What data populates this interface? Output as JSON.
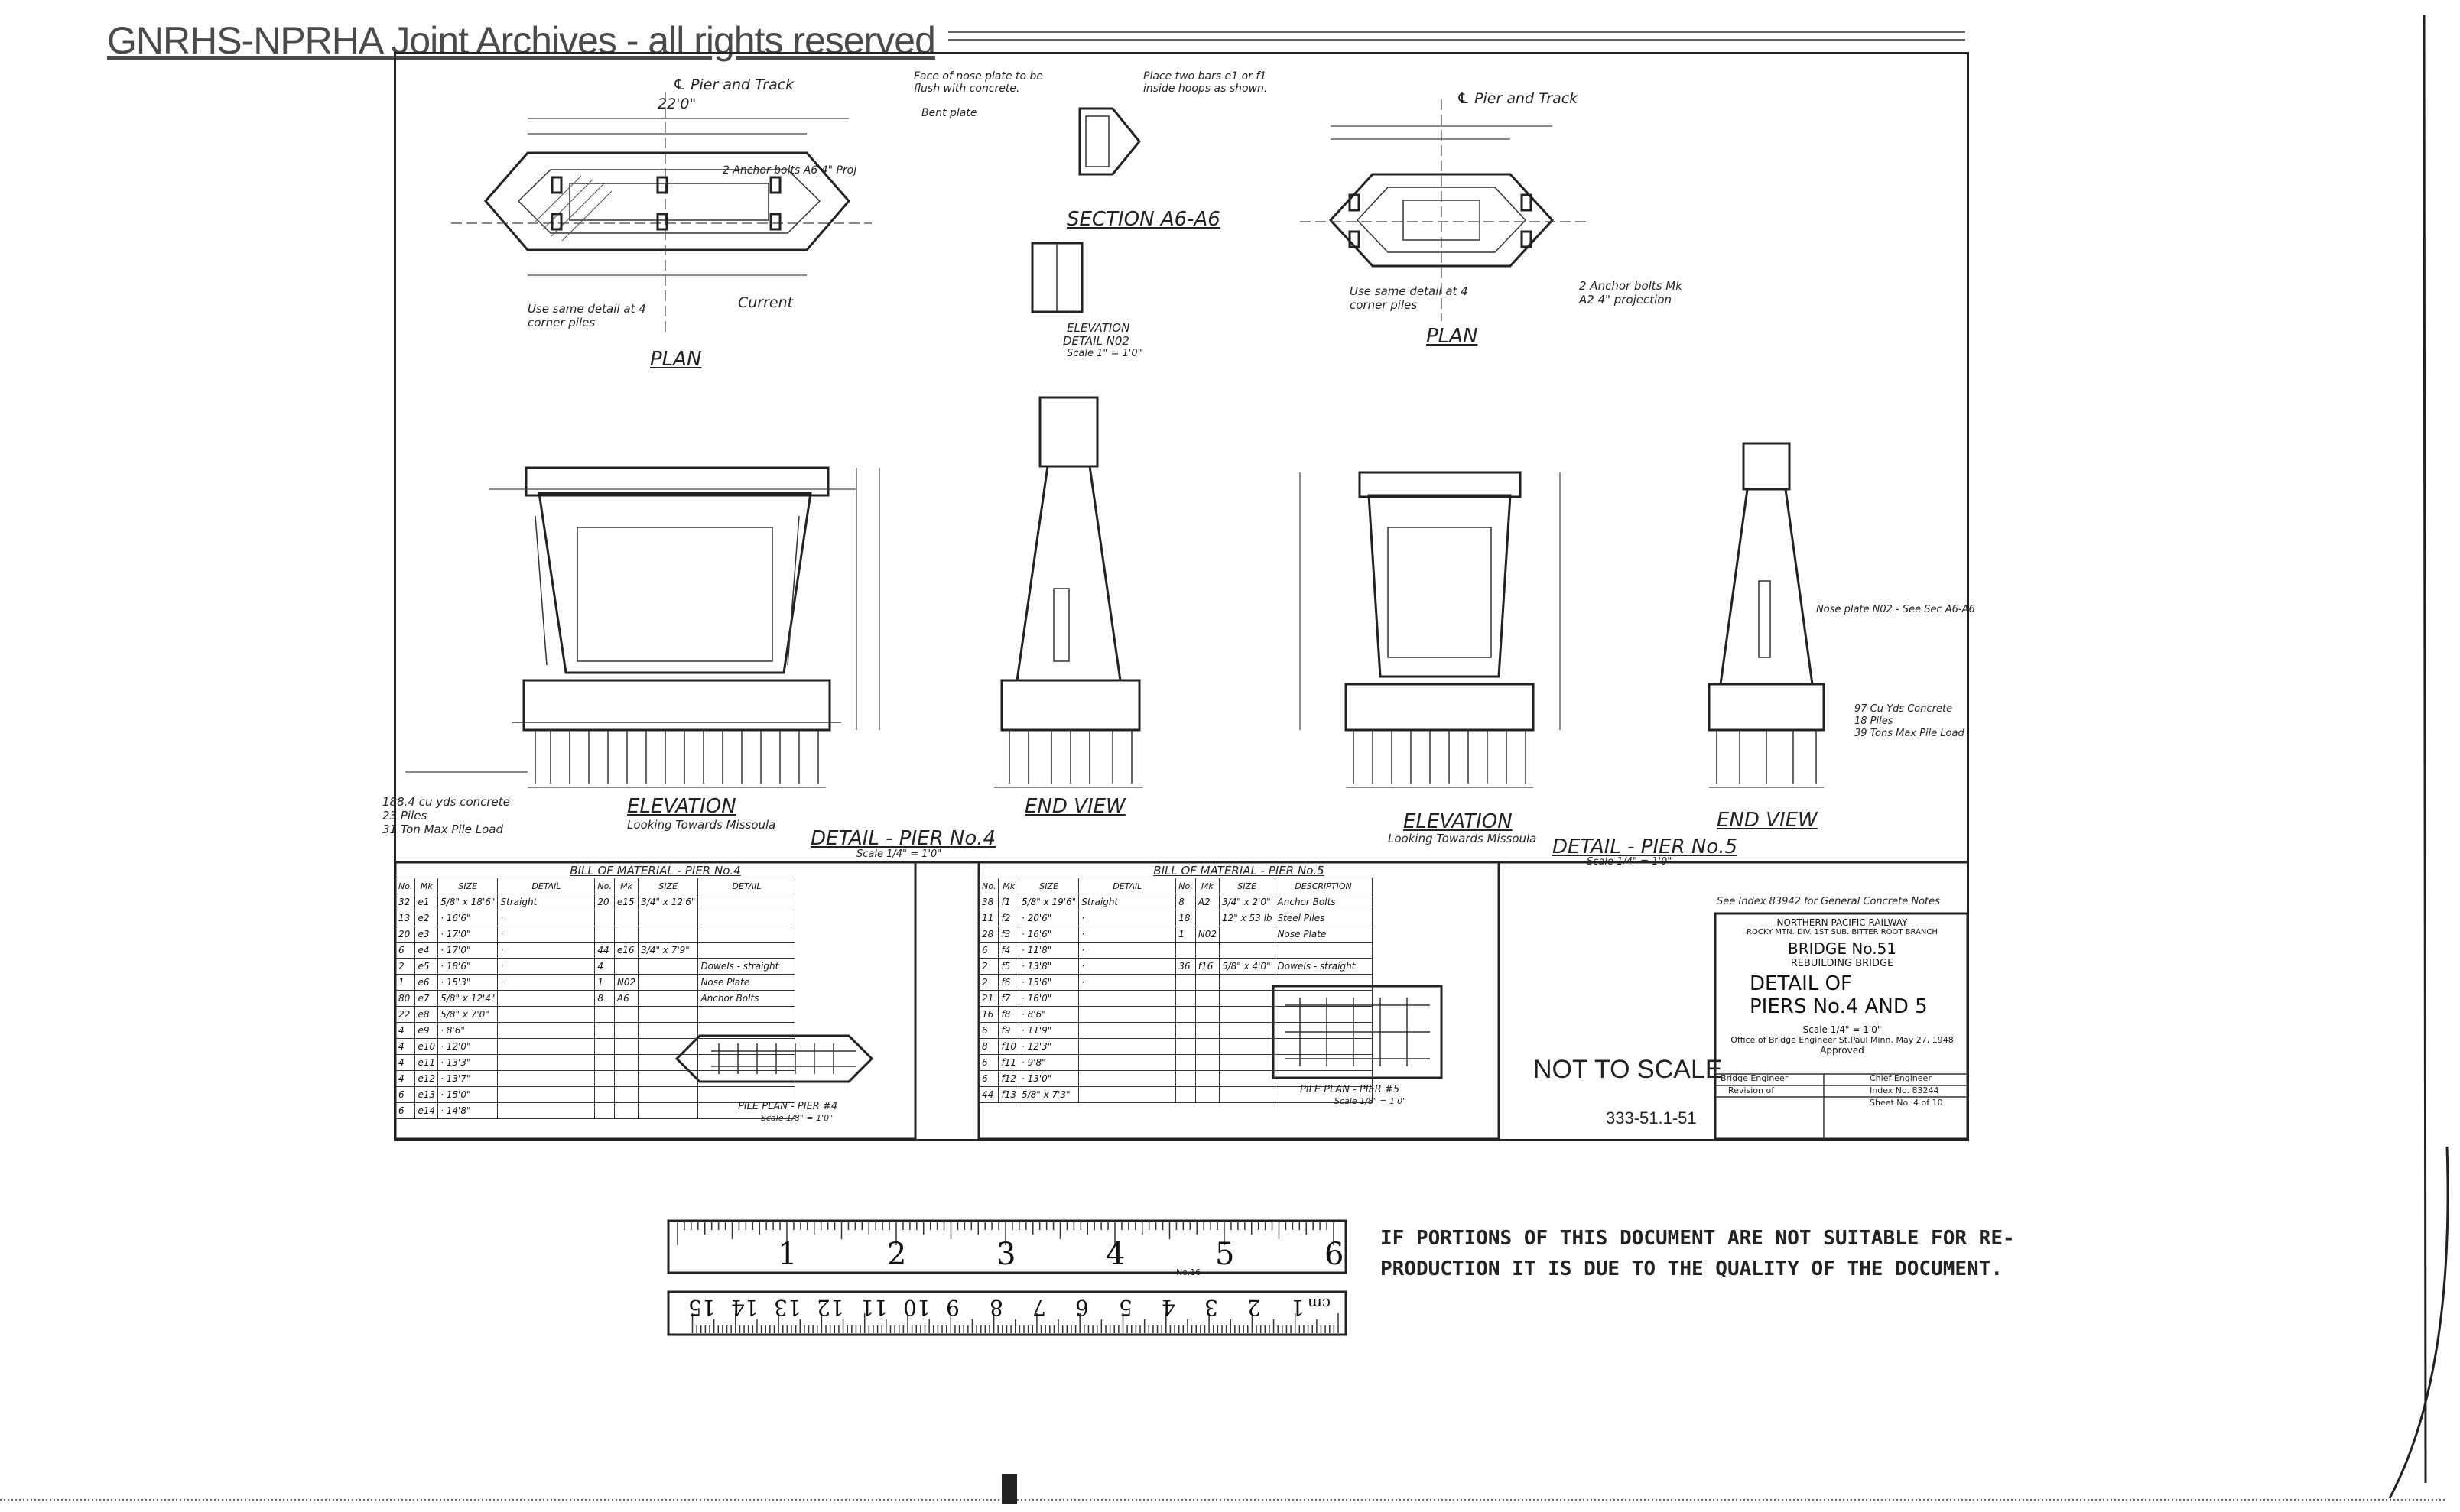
{
  "watermark": "GNRHS-NPRHA Joint Archives - all rights reserved",
  "pier4": {
    "plan_title": "PLAN",
    "plan_label_pier": "℄ Pier and Track",
    "plan_label_dim_total": "22'0\"",
    "plan_label_anchor": "2 Anchor bolts A6 4\" Proj",
    "plan_label_corner": "Use same detail at 4 corner piles",
    "plan_label_current": "Current",
    "elevation_title": "ELEVATION",
    "elevation_sub": "Looking Towards Missoula",
    "detail_title": "DETAIL - PIER No.4",
    "detail_scale": "Scale 1/4\" = 1'0\"",
    "notes": [
      "188.4 cu yds concrete",
      "23 Piles",
      "31 Ton Max Pile Load"
    ],
    "end_view_title": "END VIEW",
    "section_title": "SECTION A6-A6",
    "section_elev": "ELEVATION",
    "section_detail": "DETAIL N02",
    "section_scale": "Scale 1\" = 1'0\"",
    "nose_note": "Face of nose plate to be flush with concrete.",
    "place_note": "Place two bars e1 or f1 inside hoops as shown.",
    "bent_note": "Bent plate"
  },
  "pier5": {
    "plan_title": "PLAN",
    "plan_label_pier": "℄ Pier and Track",
    "plan_label_anchor": "2 Anchor bolts Mk A2 4\" projection",
    "plan_label_corner": "Use same detail at 4 corner piles",
    "elevation_title": "ELEVATION",
    "elevation_sub": "Looking Towards Missoula",
    "detail_title": "DETAIL - PIER No.5",
    "detail_scale": "Scale 1/4\" = 1'0\"",
    "end_view_title": "END VIEW",
    "notes": [
      "97 Cu Yds Concrete",
      "18 Piles",
      "39 Tons Max Pile Load"
    ],
    "nose_note": "Nose plate N02 - See Sec A6-A6"
  },
  "bom4": {
    "title": "BILL OF MATERIAL - PIER No.4",
    "headers": [
      "No.",
      "Mk",
      "SIZE",
      "DETAIL",
      "No.",
      "Mk",
      "SIZE",
      "DETAIL"
    ],
    "rows": [
      [
        "32",
        "e1",
        "5/8\" x 18'6\"",
        "Straight",
        "20",
        "e15",
        "3/4\" x 12'6\"",
        ""
      ],
      [
        "13",
        "e2",
        "· 16'6\"",
        "·",
        "",
        "",
        "",
        ""
      ],
      [
        "20",
        "e3",
        "· 17'0\"",
        "·",
        "",
        "",
        "",
        ""
      ],
      [
        "6",
        "e4",
        "· 17'0\"",
        "·",
        "44",
        "e16",
        "3/4\" x 7'9\"",
        ""
      ],
      [
        "2",
        "e5",
        "· 18'6\"",
        "·",
        "4",
        "",
        "",
        "Dowels - straight"
      ],
      [
        "1",
        "e6",
        "· 15'3\"",
        "·",
        "1",
        "N02",
        "",
        "Nose Plate"
      ],
      [
        "80",
        "e7",
        "5/8\" x 12'4\"",
        "",
        "8",
        "A6",
        "",
        "Anchor Bolts"
      ],
      [
        "22",
        "e8",
        "5/8\" x 7'0\"",
        "",
        "",
        "",
        "",
        ""
      ],
      [
        "4",
        "e9",
        "· 8'6\"",
        "",
        "",
        "",
        "",
        ""
      ],
      [
        "4",
        "e10",
        "· 12'0\"",
        "",
        "",
        "",
        "",
        ""
      ],
      [
        "4",
        "e11",
        "· 13'3\"",
        "",
        "",
        "",
        "",
        ""
      ],
      [
        "4",
        "e12",
        "· 13'7\"",
        "",
        "",
        "",
        "",
        ""
      ],
      [
        "6",
        "e13",
        "· 15'0\"",
        "",
        "",
        "",
        "",
        ""
      ],
      [
        "6",
        "e14",
        "· 14'8\"",
        "",
        "",
        "",
        "",
        ""
      ]
    ],
    "pile_plan": "PILE PLAN - PIER #4",
    "pile_scale": "Scale 1/8\" = 1'0\""
  },
  "bom5": {
    "title": "BILL OF MATERIAL - PIER No.5",
    "headers": [
      "No.",
      "Mk",
      "SIZE",
      "DETAIL",
      "No.",
      "Mk",
      "SIZE",
      "DESCRIPTION"
    ],
    "rows": [
      [
        "38",
        "f1",
        "5/8\" x 19'6\"",
        "Straight",
        "8",
        "A2",
        "3/4\" x 2'0\"",
        "Anchor Bolts"
      ],
      [
        "11",
        "f2",
        "· 20'6\"",
        "·",
        "18",
        "",
        "12\" x 53 lb",
        "Steel Piles"
      ],
      [
        "28",
        "f3",
        "· 16'6\"",
        "·",
        "1",
        "N02",
        "",
        "Nose Plate"
      ],
      [
        "6",
        "f4",
        "· 11'8\"",
        "·",
        "",
        "",
        "",
        ""
      ],
      [
        "2",
        "f5",
        "· 13'8\"",
        "·",
        "36",
        "f16",
        "5/8\" x 4'0\"",
        "Dowels - straight"
      ],
      [
        "2",
        "f6",
        "· 15'6\"",
        "·",
        "",
        "",
        "",
        ""
      ],
      [
        "21",
        "f7",
        "· 16'0\"",
        "",
        "",
        "",
        "",
        ""
      ],
      [
        "16",
        "f8",
        "· 8'6\"",
        "",
        "",
        "",
        "",
        ""
      ],
      [
        "6",
        "f9",
        "· 11'9\"",
        "",
        "",
        "",
        "",
        ""
      ],
      [
        "8",
        "f10",
        "· 12'3\"",
        "",
        "",
        "",
        "",
        ""
      ],
      [
        "6",
        "f11",
        "· 9'8\"",
        "",
        "",
        "",
        "",
        ""
      ],
      [
        "6",
        "f12",
        "· 13'0\"",
        "",
        "",
        "",
        "",
        ""
      ],
      [
        "44",
        "f13",
        "5/8\" x 7'3\"",
        "",
        "",
        "",
        "",
        ""
      ]
    ],
    "pile_plan": "PILE PLAN - PIER #5",
    "pile_scale": "Scale 1/8\" = 1'0\""
  },
  "notes_ref": "See Index 83942 for General Concrete Notes",
  "not_to_scale": "NOT TO SCALE",
  "drawing_number": "333-51.1-51",
  "titleblock": {
    "railway": "NORTHERN PACIFIC RAILWAY",
    "division": "ROCKY MTN. DIV.   1ST SUB.   BITTER ROOT BRANCH",
    "bridge": "BRIDGE No.51",
    "rebuilding": "REBUILDING BRIDGE",
    "detail1": "DETAIL OF",
    "detail2": "PIERS No.4 AND 5",
    "scale": "Scale 1/4\" = 1'0\"",
    "office": "Office of Bridge Engineer  St.Paul Minn. May 27, 1948",
    "approved": "Approved",
    "bridge_engineer": "Bridge Engineer",
    "chief_engineer": "Chief Engineer",
    "revision": "Revision of",
    "index": "Index No. 83244",
    "sheet": "Sheet No. 4 of 10"
  },
  "notice": {
    "line1": "IF PORTIONS OF THIS DOCUMENT ARE NOT SUITABLE FOR RE-",
    "line2": "PRODUCTION IT IS DUE TO THE QUALITY OF THE DOCUMENT."
  },
  "ruler_inch": [
    "1",
    "2",
    "3",
    "4",
    "5",
    "6"
  ],
  "ruler_label": "No.16",
  "ruler_cm": [
    "1",
    "2",
    "3",
    "4",
    "5",
    "6",
    "7",
    "8",
    "9",
    "10",
    "11",
    "12",
    "13",
    "14",
    "15"
  ],
  "ruler_cm_unit": "cm"
}
